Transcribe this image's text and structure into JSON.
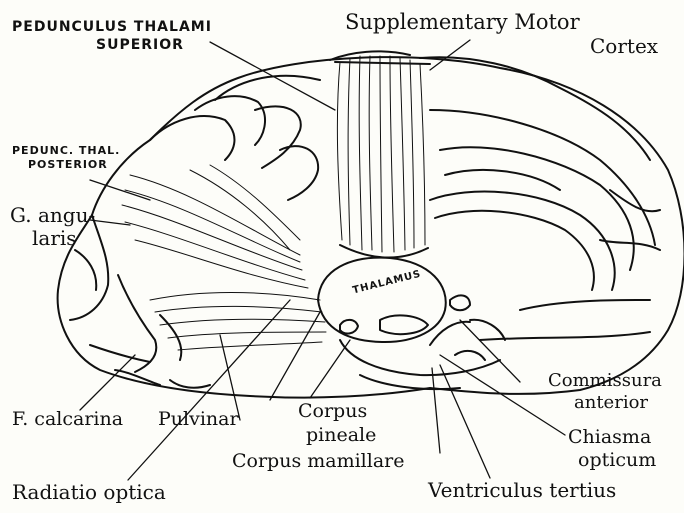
{
  "labels": {
    "pedunculus_thalami_superior_1": "PEDUNCULUS THALAMI",
    "pedunculus_thalami_superior_2": "SUPERIOR",
    "supplementary_motor_1": "Supplementary Motor",
    "supplementary_motor_2": "Cortex",
    "pedunc_thal_posterior_1": "PEDUNC. THAL.",
    "pedunc_thal_posterior_2": "POSTERIOR",
    "g_angularis_1": "G. angu-",
    "g_angularis_2": "laris",
    "thalamus": "THALAMUS",
    "commissura_anterior_1": "Commissura",
    "commissura_anterior_2": "anterior",
    "f_calcarina": "F. calcarina",
    "pulvinar": "Pulvinar",
    "corpus_pineale_1": "Corpus",
    "corpus_pineale_2": "pineale",
    "chiasma_opticum_1": "Chiasma",
    "chiasma_opticum_2": "opticum",
    "corpus_mamillare": "Corpus mamillare",
    "radiatio_optica": "Radiatio optica",
    "ventriculus_tertius": "Ventriculus tertius"
  },
  "colors": {
    "ink": "#111111",
    "paper": "#fdfdf9"
  }
}
